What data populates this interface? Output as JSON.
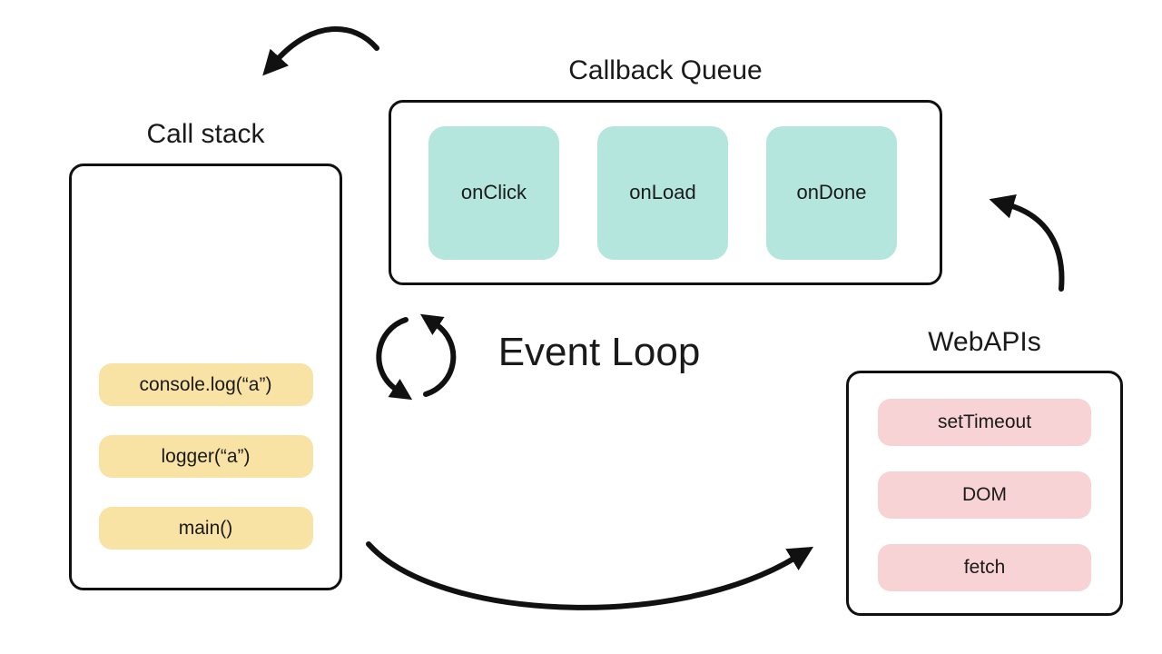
{
  "diagram": {
    "call_stack": {
      "title": "Call stack",
      "items": [
        "console.log(“a”)",
        "logger(“a”)",
        "main()"
      ]
    },
    "callback_queue": {
      "title": "Callback Queue",
      "items": [
        "onClick",
        "onLoad",
        "onDone"
      ]
    },
    "web_apis": {
      "title": "WebAPIs",
      "items": [
        "setTimeout",
        "DOM",
        "fetch"
      ]
    },
    "event_loop": {
      "label": "Event Loop"
    },
    "colors": {
      "queue_item_fill": "#b5e6dd",
      "stack_item_fill": "#f8e3a4",
      "api_item_fill": "#f8d3d5",
      "stroke": "#111111",
      "background": "#ffffff"
    }
  }
}
